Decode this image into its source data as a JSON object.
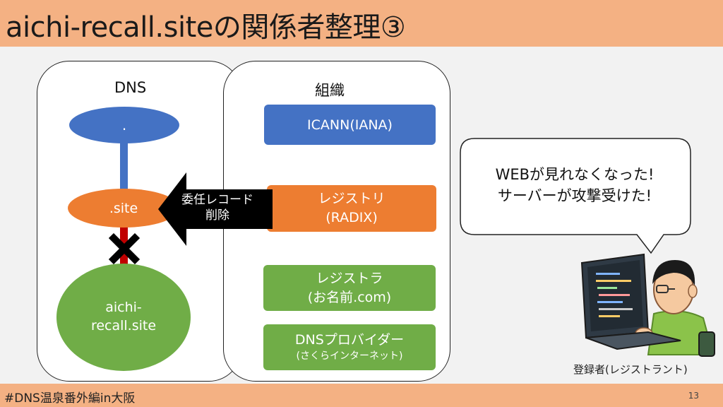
{
  "title": "aichi-recall.siteの関係者整理③",
  "footer": {
    "hashtag": "#DNS温泉番外編in大阪",
    "page_number": "13"
  },
  "dns_panel": {
    "label": "DNS",
    "nodes": {
      "root": ".",
      "site": ".site",
      "aichi": "aichi-\nrecall.site"
    }
  },
  "org_panel": {
    "label": "組織",
    "boxes": {
      "icann": "ICANN(IANA)",
      "registry": "レジストリ\n(RADIX)",
      "registrar": "レジストラ\n(お名前.com)",
      "dns_provider_main": "DNSプロバイダー",
      "dns_provider_sub": "(さくらインターネット)"
    }
  },
  "arrow": {
    "label": "委任レコード\n削除"
  },
  "speech_bubble": {
    "text": "WEBが見れなくなった!\nサーバーが攻撃受けた!"
  },
  "registrant": {
    "caption": "登録者(レジストラント)"
  },
  "colors": {
    "accent": "#f4b183",
    "blue": "#4472c4",
    "orange": "#ed7d31",
    "green": "#70ad47",
    "cut_link": "#c00000"
  }
}
